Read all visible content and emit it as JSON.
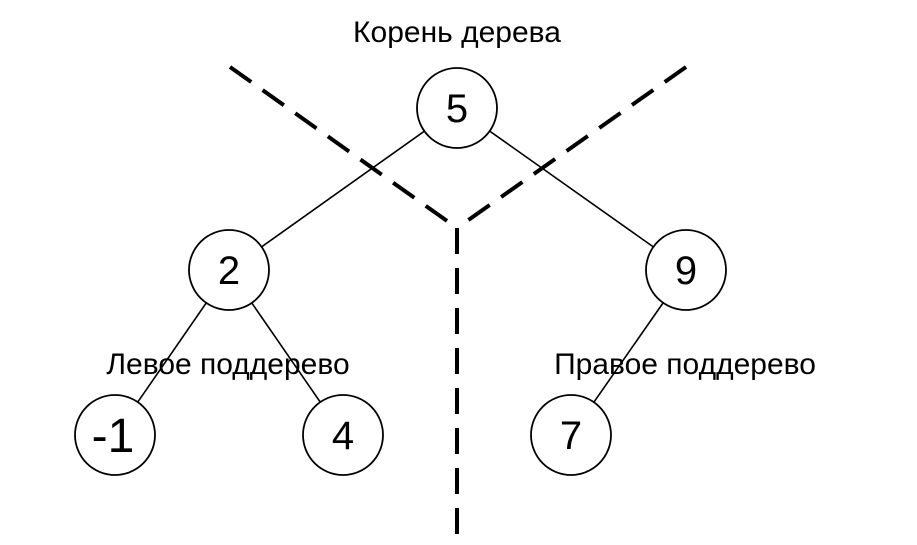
{
  "labels": {
    "root": "Корень дерева",
    "left_subtree": "Левое поддерево",
    "right_subtree": "Правое поддерево"
  },
  "nodes": {
    "root": "5",
    "left": "2",
    "right": "9",
    "left_left": "-1",
    "left_right": "4",
    "right_left": "7"
  },
  "colors": {
    "stroke": "#000000",
    "background": "#ffffff"
  }
}
